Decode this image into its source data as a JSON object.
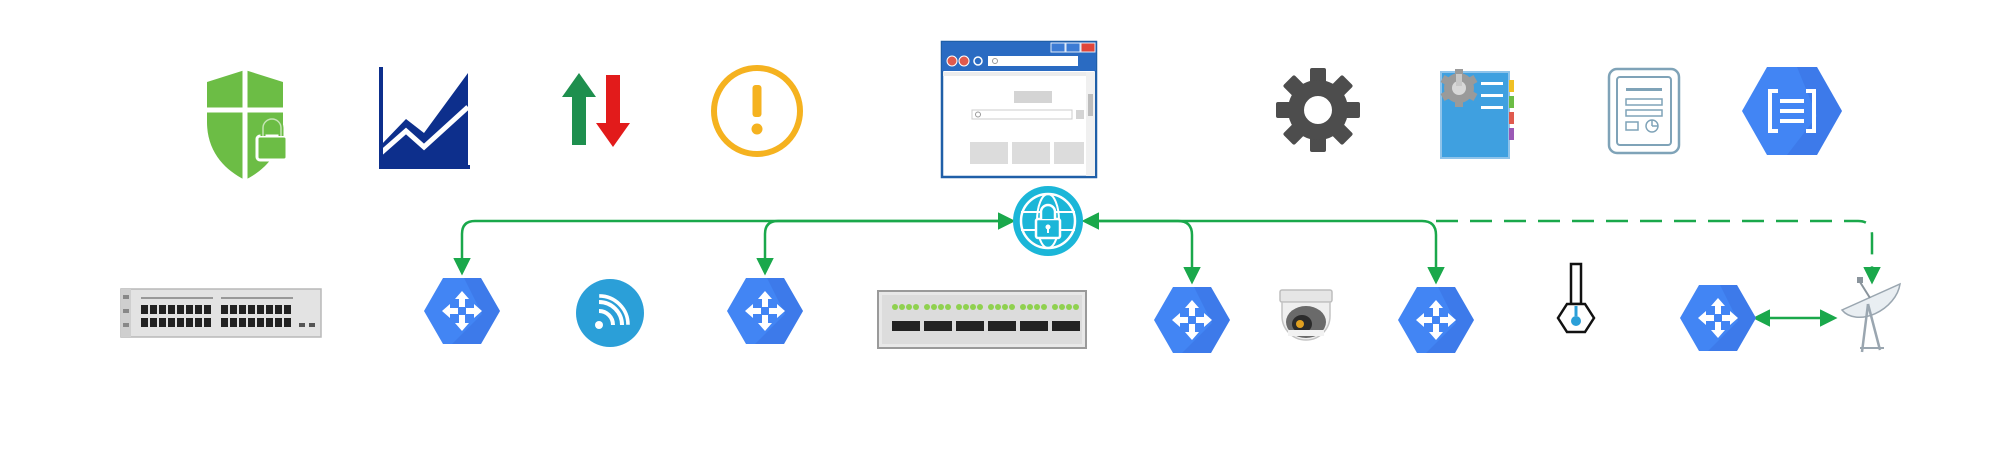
{
  "colors": {
    "background": "#ffffff",
    "connector_green": "#1aa84b",
    "router_blue": "#4285f4",
    "router_blue_dark": "#3367d6",
    "shield_green": "#6cbd45",
    "chart_navy": "#0d2f8c",
    "arrow_up_green": "#1e8f4e",
    "arrow_down_red": "#e21b1b",
    "alert_orange": "#f5b21f",
    "gear_gray": "#4d4d4d",
    "globe_cyan": "#1bb6d8",
    "wifi_blue": "#2b9fd8",
    "switch_gray": "#d9d9d9",
    "port_black": "#222222",
    "led_green": "#8fd14f"
  },
  "nodes": {
    "top_row": [
      "shield-lock-icon",
      "area-chart-icon",
      "up-down-arrows-icon",
      "alert-icon",
      "browser-window-icon",
      "gear-icon",
      "config-document-icon",
      "report-document-icon",
      "cloud-dataflow-icon"
    ],
    "middle": [
      "vpn-globe-lock-icon"
    ],
    "bottom_row": [
      "network-switch-24-port",
      "router-1",
      "wifi-icon",
      "router-2",
      "patch-panel",
      "router-3",
      "security-camera-icon",
      "router-4",
      "temperature-sensor-icon",
      "router-5",
      "satellite-dish-icon"
    ]
  },
  "connections": [
    {
      "from": "vpn-globe-lock-icon",
      "to": "router-1",
      "style": "solid",
      "arrow": "both"
    },
    {
      "from": "vpn-globe-lock-icon",
      "to": "router-2",
      "style": "solid",
      "arrow": "end"
    },
    {
      "from": "vpn-globe-lock-icon",
      "to": "router-3",
      "style": "solid",
      "arrow": "both"
    },
    {
      "from": "vpn-globe-lock-icon",
      "to": "router-4",
      "style": "solid",
      "arrow": "end"
    },
    {
      "from": "vpn-globe-lock-icon",
      "to": "satellite-dish-icon",
      "style": "dashed",
      "arrow": "end"
    },
    {
      "from": "router-5",
      "to": "satellite-dish-icon",
      "style": "solid",
      "arrow": "both"
    }
  ]
}
